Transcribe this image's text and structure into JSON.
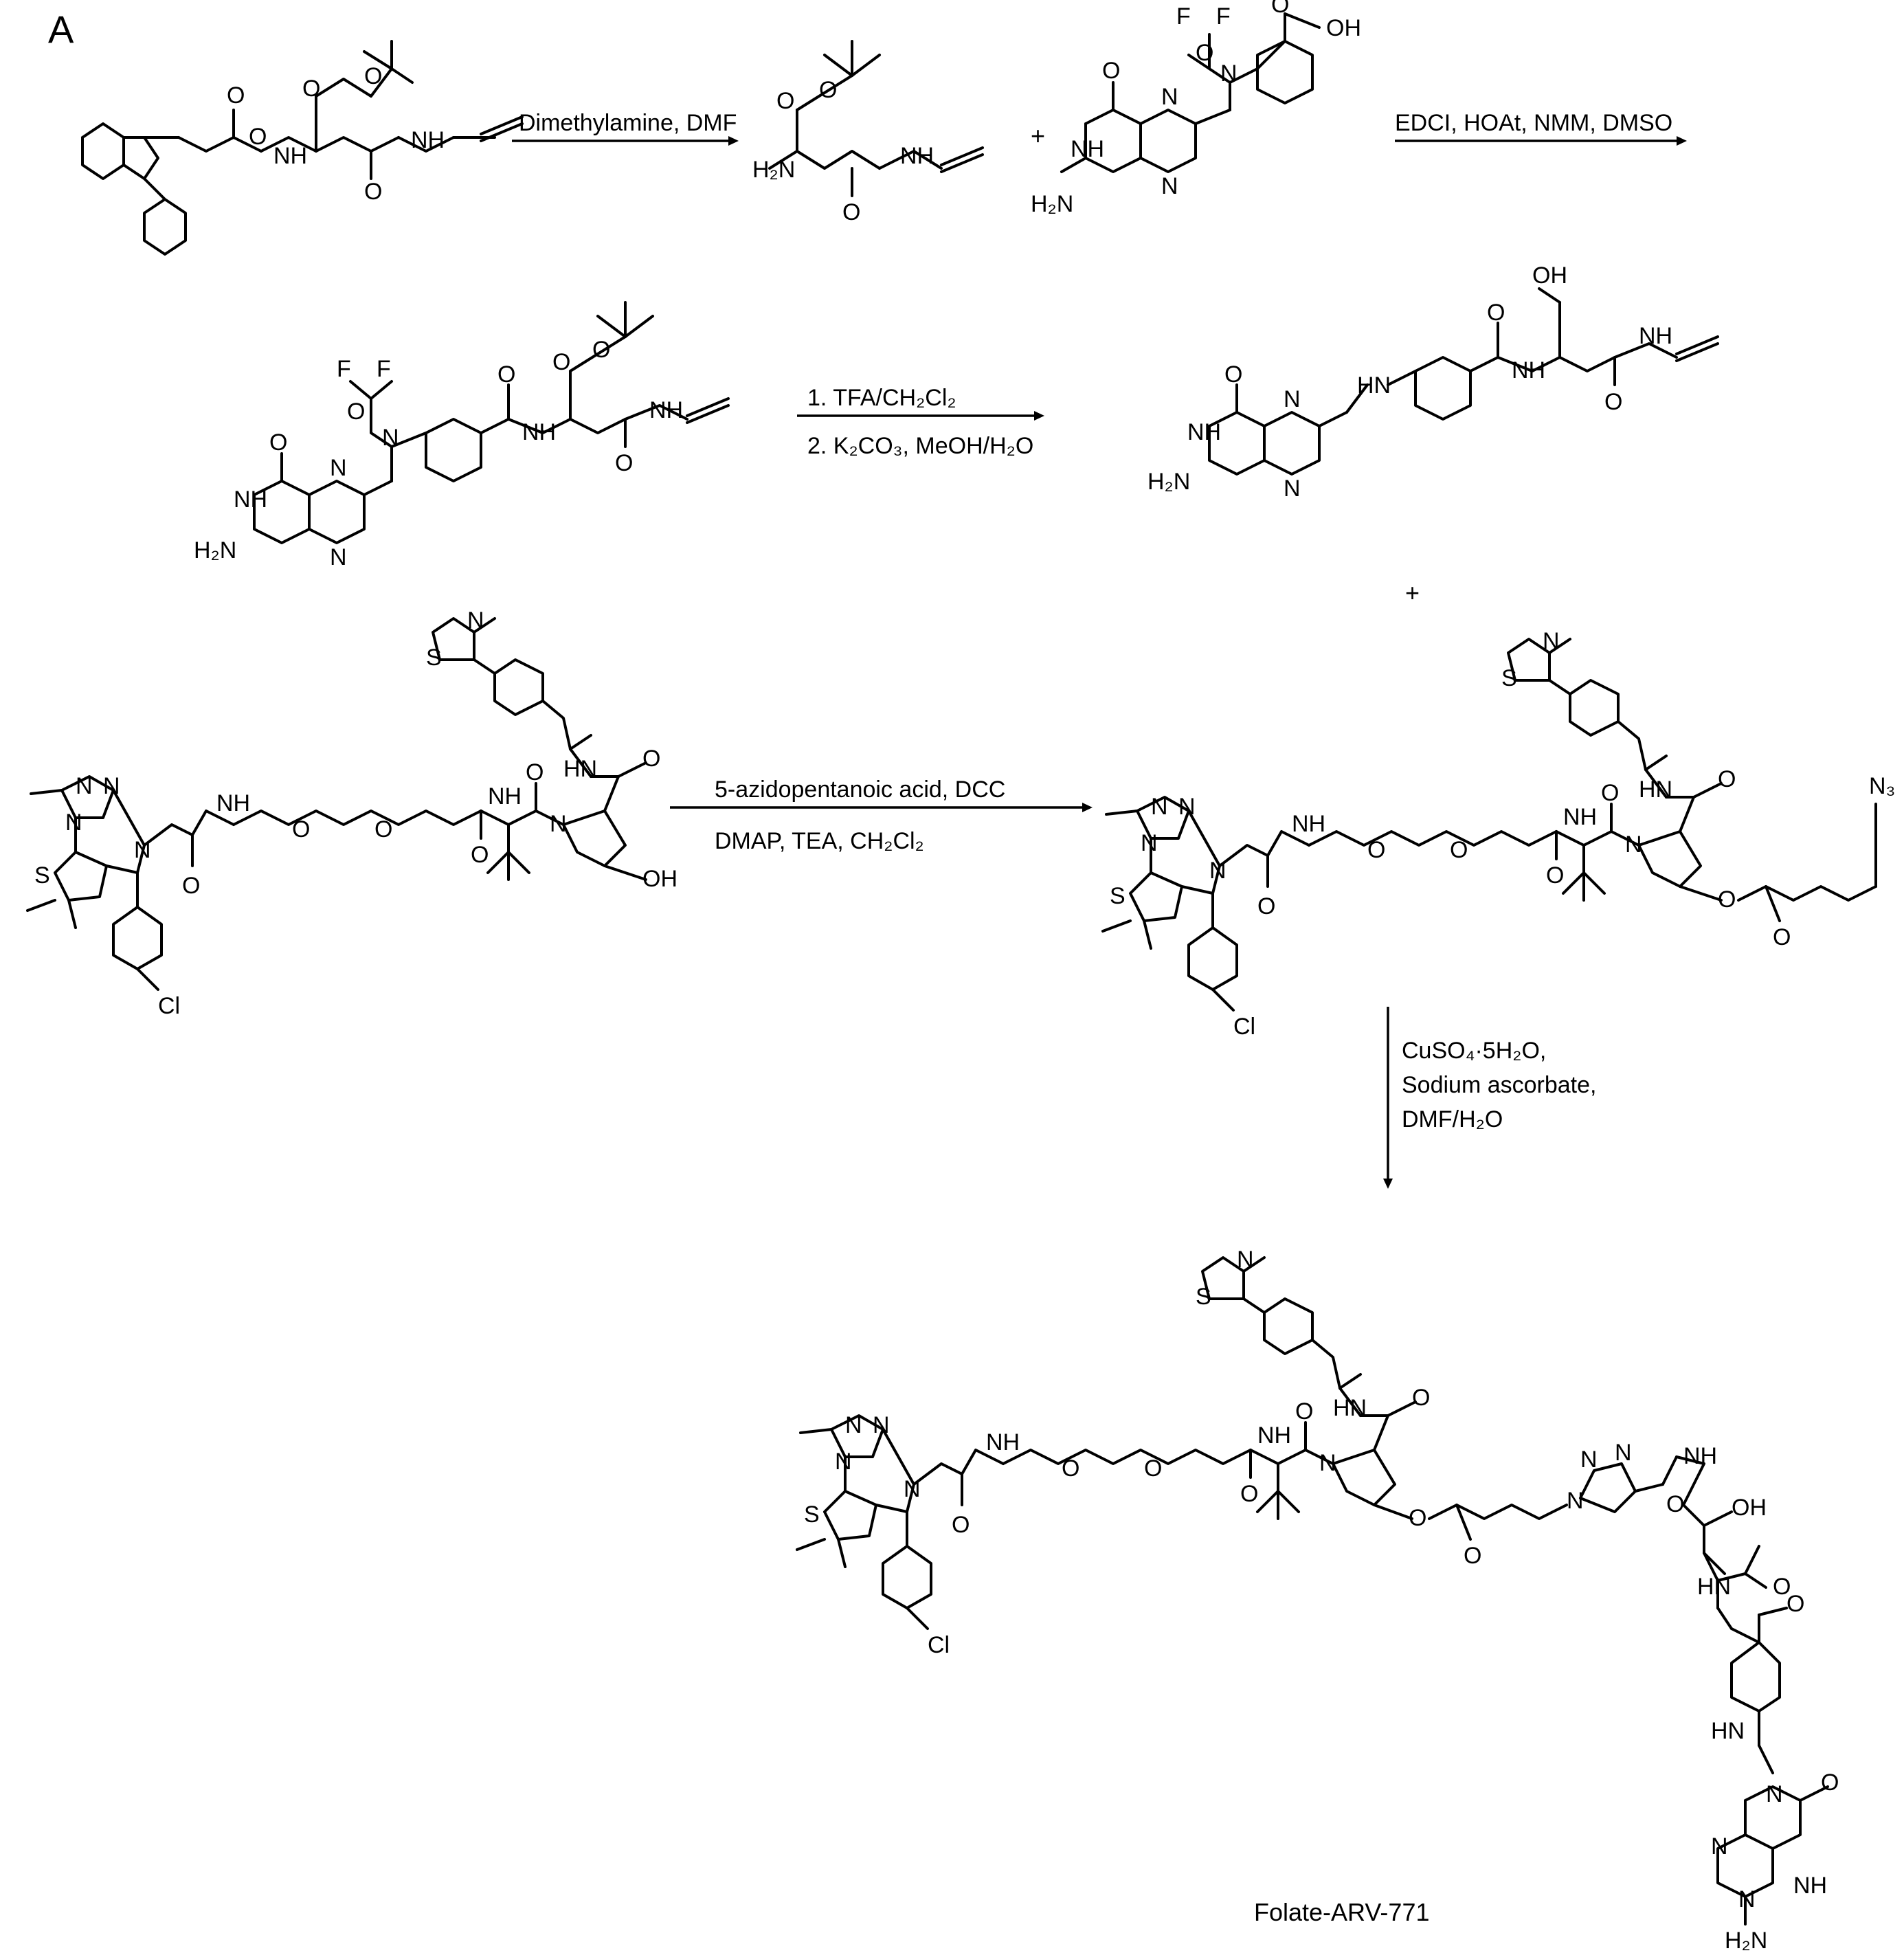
{
  "panel_label": "A",
  "step1": {
    "conditions": "Dimethylamine, DMF"
  },
  "step2": {
    "plus": "+",
    "conditions": "EDCI, HOAt, NMM, DMSO"
  },
  "step3": {
    "line1": "1. TFA/CH₂Cl₂",
    "line2": "2. K₂CO₃, MeOH/H₂O"
  },
  "between": {
    "plus": "+"
  },
  "step4": {
    "line1": "5-azidopentanoic acid, DCC",
    "line2": "DMAP, TEA, CH₂Cl₂"
  },
  "step5": {
    "line1": "CuSO₄·5H₂O,",
    "line2": "Sodium ascorbate,",
    "line3": "DMF/H₂O"
  },
  "product": {
    "name": "Folate-ARV-771"
  },
  "atoms": {
    "O": "O",
    "N": "N",
    "NH": "NH",
    "HN": "HN",
    "OH": "OH",
    "H2N": "H₂N",
    "F": "F",
    "S": "S",
    "Cl": "Cl",
    "N3": "N₃"
  }
}
